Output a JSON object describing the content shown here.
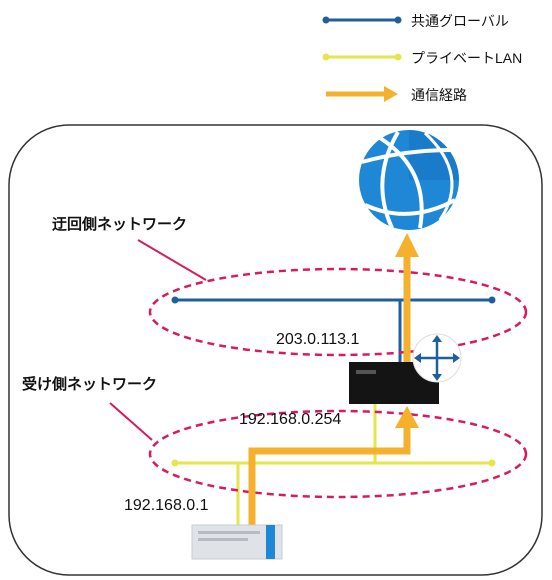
{
  "legend": {
    "global": "共通グローバル",
    "private": "プライベートLAN",
    "path": "通信経路"
  },
  "labels": {
    "bypass_network": "迂回側ネットワーク",
    "receive_network": "受け側ネットワーク",
    "router_global_ip": "203.0.113.1",
    "router_lan_ip": "192.168.0.254",
    "host_ip": "192.168.0.1"
  },
  "colors": {
    "global_line": "#1f5f9e",
    "private_line": "#e6e64a",
    "path": "#f5b02e",
    "ellipse": "#d81b60",
    "router": "#141414",
    "globe": "#1e88d6"
  },
  "icons": {
    "internet": "globe-icon",
    "router": "router-icon",
    "router_badge": "four-arrows-icon",
    "host": "server-icon"
  }
}
